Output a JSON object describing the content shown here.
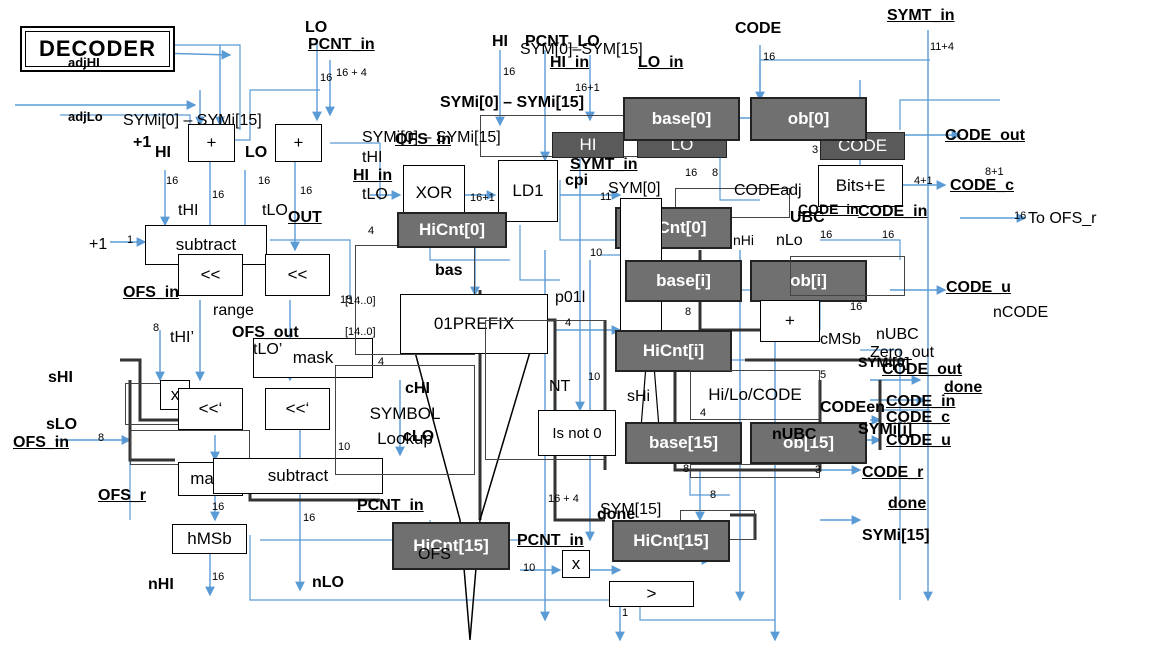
{
  "title": "DECODER",
  "blocks": {
    "plus_hi": "+",
    "plus_lo": "+",
    "subtract_top": "subtract",
    "shl_hi": "<<",
    "shl_lo": "<<",
    "mask_mid": "mask",
    "shl2_hi": "<<‘",
    "shl2_lo": "<<‘",
    "x_mid": "x",
    "mask_bot": "mask",
    "subtract_bot": "subtract",
    "hmsb": "hMSb",
    "xor": "XOR",
    "ld1": "LD1",
    "prefix": "01PREFIX",
    "symbol_lookup": "SYMBOL\nLookup",
    "is_not_0": "Is not 0",
    "base0": "base[0]",
    "ob0": "ob[0]",
    "hi_reg": "HI",
    "lo_reg": "LO",
    "code_reg": "CODE",
    "bits_e": "Bits+E",
    "hicnt0": "HiCnt[0]",
    "hicnt0_r": "HiCnt[0]",
    "plus_big": "+",
    "base_i": "base[i]",
    "ob_i": "ob[i]",
    "plus_mid": "+",
    "hicnt_i": "HiCnt[i]",
    "base15": "base[15]",
    "ob15": "ob[15]",
    "hicnt15": "HiCnt[15]",
    "hicnt15_l": "HiCnt[15]",
    "x_bot": "x",
    "gt": ">",
    "hi_lo_code": "Hi/Lo/CODE"
  },
  "labels": {
    "lo_top": "LO",
    "pcnt_in_top": "PCNT_in",
    "hi_top": "HI",
    "pcnt_lo": "PCNT_LO",
    "sym_range_top": "SYM[0]–SYM[15]",
    "code_top": "CODE",
    "symt_in": "SYMT_in",
    "adj_hi": "adjHI",
    "adj_lo": "adjLo",
    "symi_range_left": "SYMi[0] – SYMi[15]",
    "plus1_a": "+1",
    "hi_a": "HI",
    "lo_a": "LO",
    "lo_in": "LO_in",
    "hi_in_top": "HI_in",
    "symi_range_mid": "SYMi[0] – SYMi[15]",
    "sym_range_mid": "SYMi[0] – SYMi[15]",
    "ofs_in_mid": "OFS_in",
    "code_out": "CODE_out",
    "code_c": "CODE_c",
    "to_ofs_r": "To OFS_r",
    "code_in": "CODE_in",
    "code_u": "CODE_u",
    "ncode": "nCODE",
    "thi": "tHI",
    "tlo": "tLO",
    "out": "OUT",
    "hi_in": "HI_in",
    "tlo2": "tLO",
    "thi2": "tHI",
    "plus1_b": "+1",
    "ofs_in_left": "OFS_in",
    "range": "range",
    "ofs_out": "OFS_out",
    "thi_prime": "tHI’",
    "tlo_prime": "tLO’",
    "shi": "sHI",
    "slo": "sLO",
    "ofs_in_bot": "OFS_in",
    "ofs_r": "OFS_r",
    "nhi": "nHI",
    "nlo": "nLO",
    "chi": "cHI",
    "clo": "cLO",
    "symt_in_mid": "SYMT_in",
    "cpi": "cpi",
    "sym0": "SYM[0]",
    "codeadj": "CODEadj",
    "ubc": "UBC",
    "code_in2": "CODE_in",
    "p01l": "p01l",
    "nlo_mid": "nLo",
    "nhi_mid": "nHi",
    "nubc": "nUBC",
    "cmsb": "cMSb",
    "zero_out": "Zero_out",
    "symi0": "SYMi[0]",
    "code_out2": "CODE_out",
    "done": "done",
    "code_in3": "CODE_in",
    "code_c2": "CODE_c",
    "code_u2": "CODE_u",
    "code_r": "CODE_r",
    "nubc2": "nUBC",
    "symi_i": "SYMi[i]",
    "codeen": "CODEen",
    "shi_mid": "sHi",
    "nt": "NT",
    "done2": "done",
    "symi15": "SYMi[15]",
    "pcnt_in_bot": "PCNT_in",
    "pcnt_in_bot2": "PCNT_in",
    "done3": "done",
    "sym15": "SYM[15]",
    "ofs": "OFS",
    "bits_14": "[14..0]",
    "bits_14b": "[14..0]",
    "base_lbl": "bas"
  },
  "widths": {
    "w16": "16",
    "w16p4": "16 + 4",
    "w16p1": "16+1",
    "w11p4": "11+4",
    "w8p1": "8+1",
    "w4p1": "4+1",
    "w1": "1",
    "w4": "4",
    "w8": "8",
    "w10": "10",
    "w3": "3",
    "w5": "5",
    "w15": "15",
    "w11": "11"
  }
}
